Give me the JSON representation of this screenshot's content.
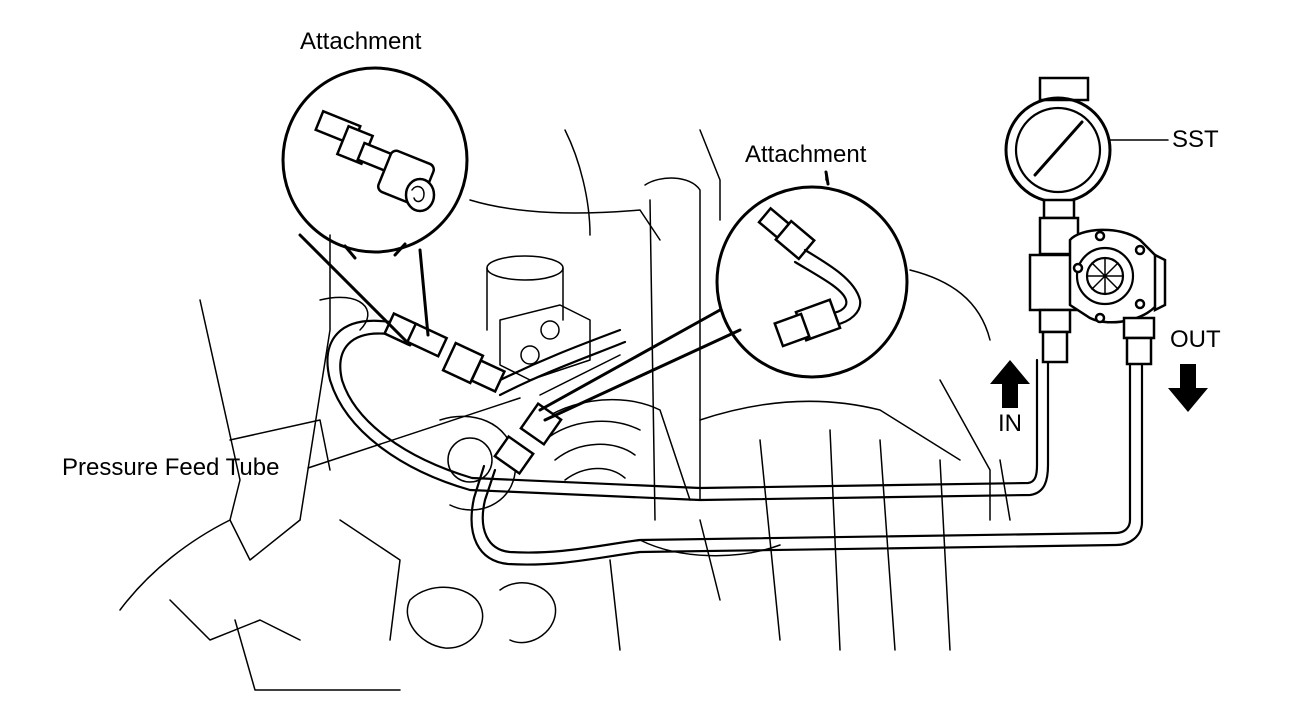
{
  "labels": {
    "attachment_top": "Attachment",
    "attachment_right": "Attachment",
    "sst": "SST",
    "out": "OUT",
    "in": "IN",
    "pressure_feed_tube": "Pressure Feed Tube"
  },
  "icons": {
    "in_arrow": "arrow-up-icon",
    "out_arrow": "arrow-down-icon",
    "gauge": "pressure-gauge-icon",
    "valve": "valve-icon"
  },
  "colors": {
    "line": "#000000",
    "background": "#ffffff"
  }
}
